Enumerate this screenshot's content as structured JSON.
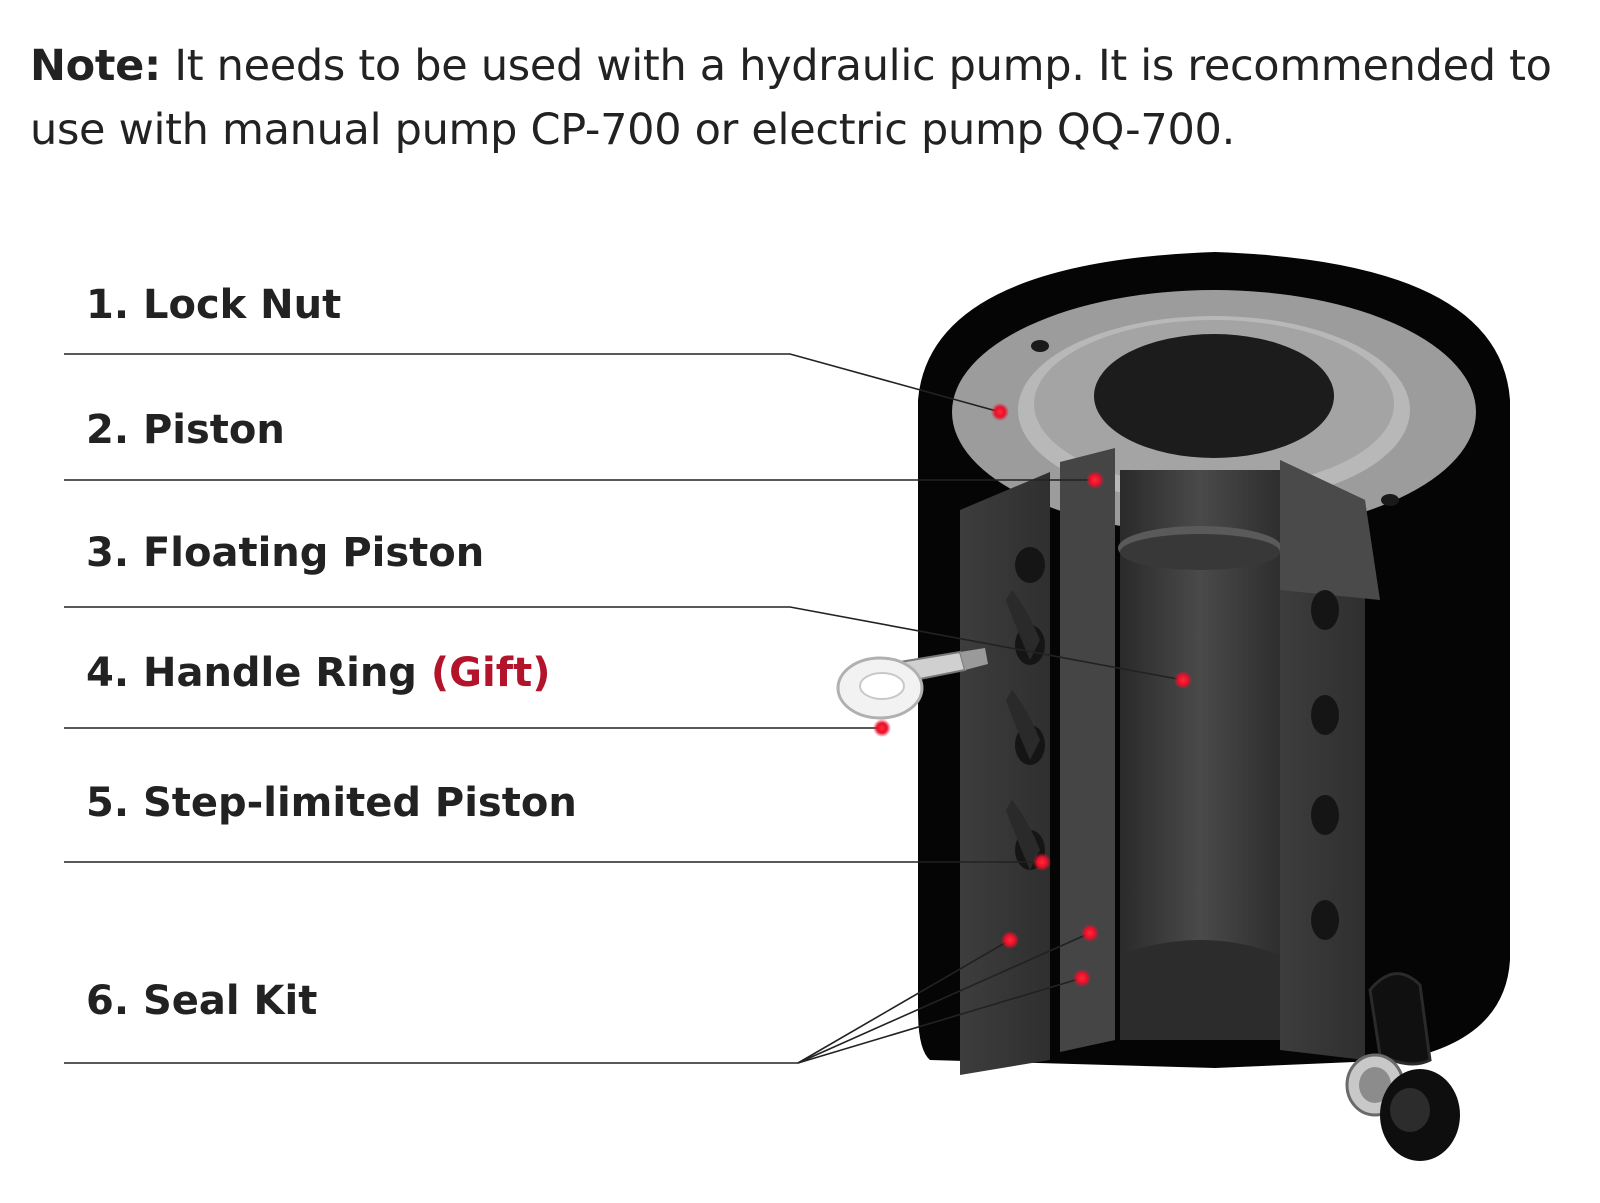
{
  "note": {
    "label": "Note:",
    "text": " It needs to be used with a hydraulic pump. It is recommended to use with manual pump CP-700 or electric pump QQ-700."
  },
  "parts": [
    {
      "number": "1.",
      "name": "Lock Nut"
    },
    {
      "number": "2.",
      "name": "Piston"
    },
    {
      "number": "3.",
      "name": "Floating Piston"
    },
    {
      "number": "4.",
      "name": "Handle Ring",
      "suffix": "(Gift)"
    },
    {
      "number": "5.",
      "name": "Step-limited Piston"
    },
    {
      "number": "6.",
      "name": "Seal Kit"
    }
  ],
  "colors": {
    "callout_dot": "#e8102a",
    "gift_text": "#b3142b",
    "cylinder_body": "#050505",
    "cut_face": "#3a3a3a",
    "top_ring": "#9a9a9a"
  }
}
